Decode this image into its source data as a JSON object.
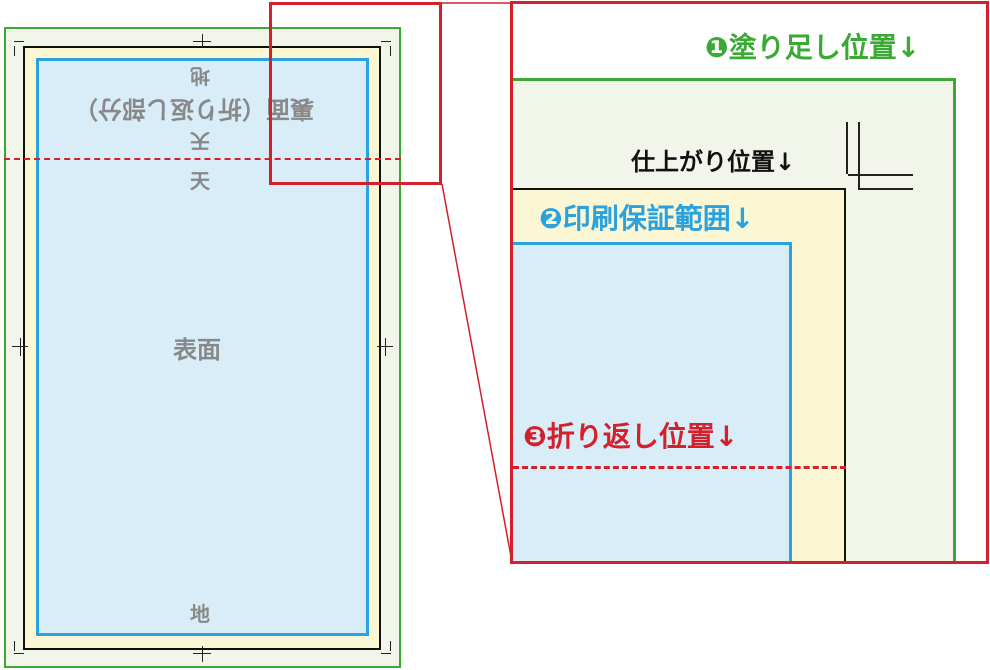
{
  "colors": {
    "bleed_green": "#3aaa35",
    "bleed_fill": "#f2f6ea",
    "safe_fill": "#fbf6d3",
    "trim_black": "#111111",
    "print_blue": "#2aa2e0",
    "print_fill": "#d8edf8",
    "fold_red": "#d3202a",
    "text_gray": "#888888"
  },
  "left_sheet": {
    "front_label": "表面",
    "top_label": "天",
    "bottom_label": "地",
    "back_label_flipped": "裏面（折り返し部分）",
    "back_top_flipped": "天",
    "back_bottom_flipped": "地"
  },
  "zoom": {
    "bleed_label": "❶塗り足し位置↓",
    "trim_label": "仕上がり位置↓",
    "print_label": "❷印刷保証範囲↓",
    "fold_label": "❸折り返し位置↓"
  }
}
